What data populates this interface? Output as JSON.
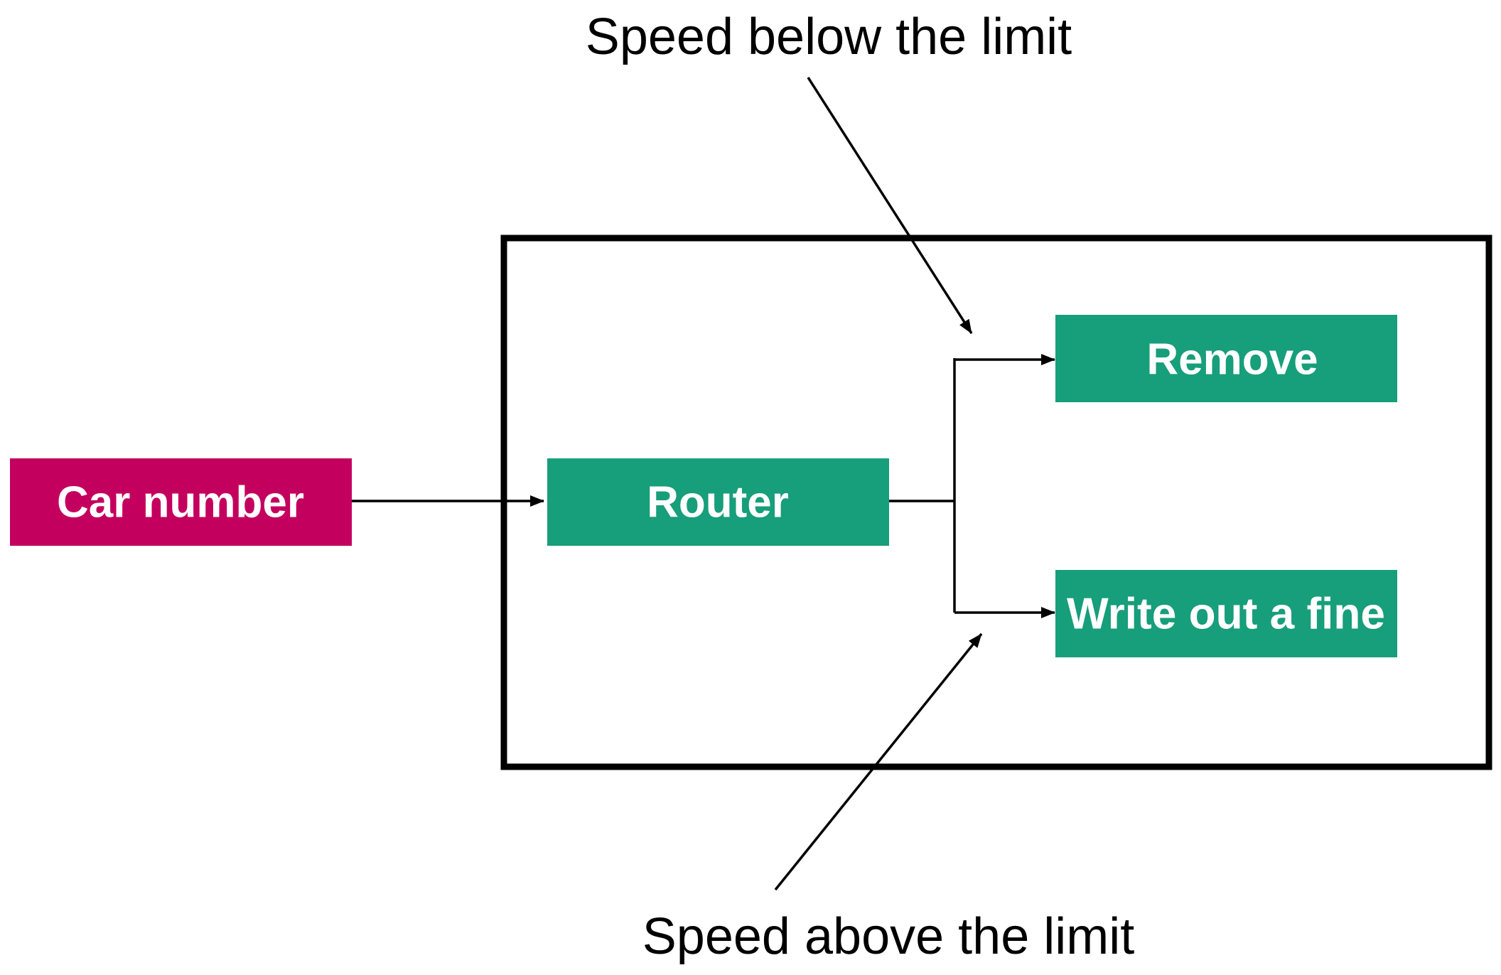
{
  "colors": {
    "input_node": "#C4005F",
    "process_node": "#179E7B",
    "node_text": "#FFFFFF",
    "lines": "#000000"
  },
  "nodes": {
    "car_number": "Car number",
    "router": "Router",
    "remove": "Remove",
    "write_fine": "Write out a fine"
  },
  "annotations": {
    "below_limit": "Speed below the limit",
    "above_limit": "Speed above the limit"
  }
}
